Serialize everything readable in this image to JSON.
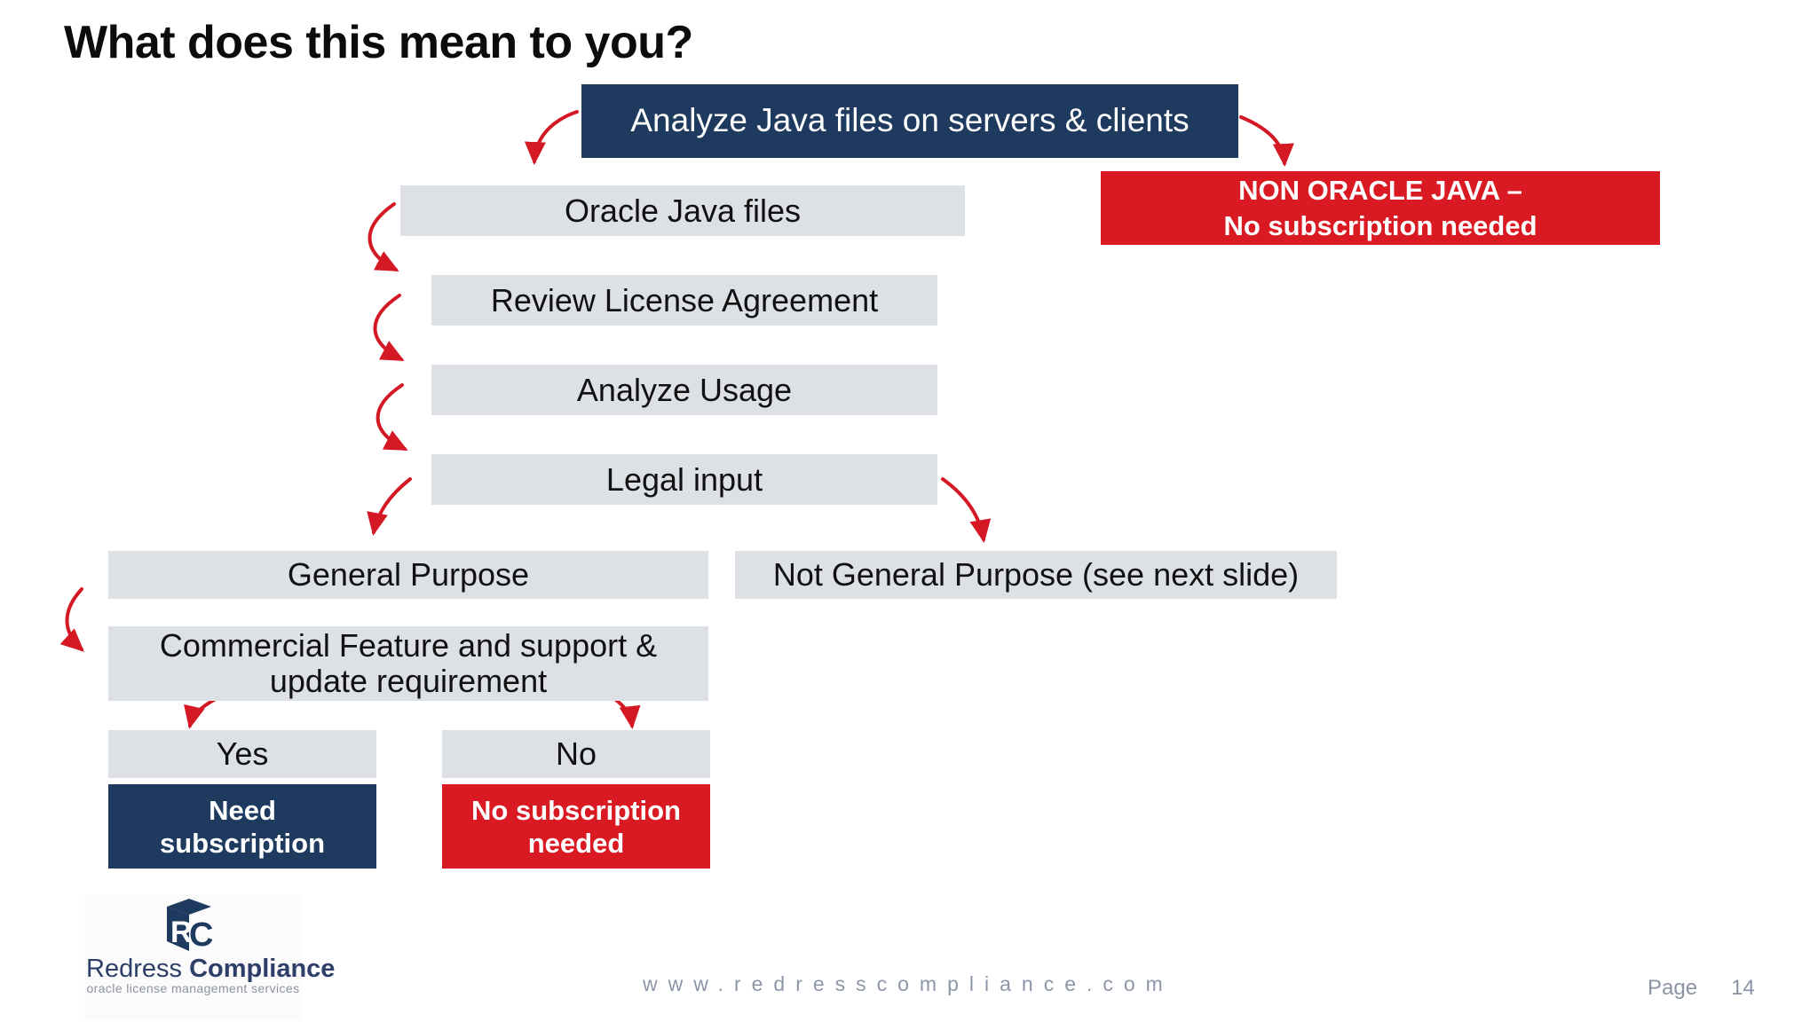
{
  "title": "What does this mean to you?",
  "flowchart": {
    "analyze_java": {
      "label": "Analyze Java files on servers & clients"
    },
    "non_oracle_java": {
      "line1": "NON ORACLE JAVA –",
      "line2": "No subscription needed"
    },
    "oracle_java_files": {
      "label": "Oracle Java files"
    },
    "review_license": {
      "label": "Review License Agreement"
    },
    "analyze_usage": {
      "label": "Analyze Usage"
    },
    "legal_input": {
      "label": "Legal input"
    },
    "general_purpose": {
      "label": "General Purpose"
    },
    "not_general_purpose": {
      "label": "Not General Purpose (see next slide)"
    },
    "commercial_feature": {
      "line1": "Commercial Feature and support &",
      "line2": "update requirement"
    },
    "yes_branch": {
      "label": "Yes"
    },
    "no_branch": {
      "label": "No"
    },
    "need_subscription": {
      "line1": "Need",
      "line2": "subscription"
    },
    "no_subscription_needed": {
      "line1": "No subscription",
      "line2": "needed"
    }
  },
  "logo": {
    "monogram_r": "R",
    "monogram_c": "C",
    "name_regular": "Redress",
    "name_bold": "Compliance",
    "tagline": "oracle license management services"
  },
  "footer": {
    "website": "www.redresscompliance.com",
    "page_label": "Page",
    "page_number": "14"
  },
  "colors": {
    "navy": "#1e3a5e",
    "red": "#d91a22",
    "box_gray": "#dde1e6",
    "arrow_red": "#d41824",
    "footer_gray": "#8d96a8",
    "title_black": "#0c0c0c"
  }
}
